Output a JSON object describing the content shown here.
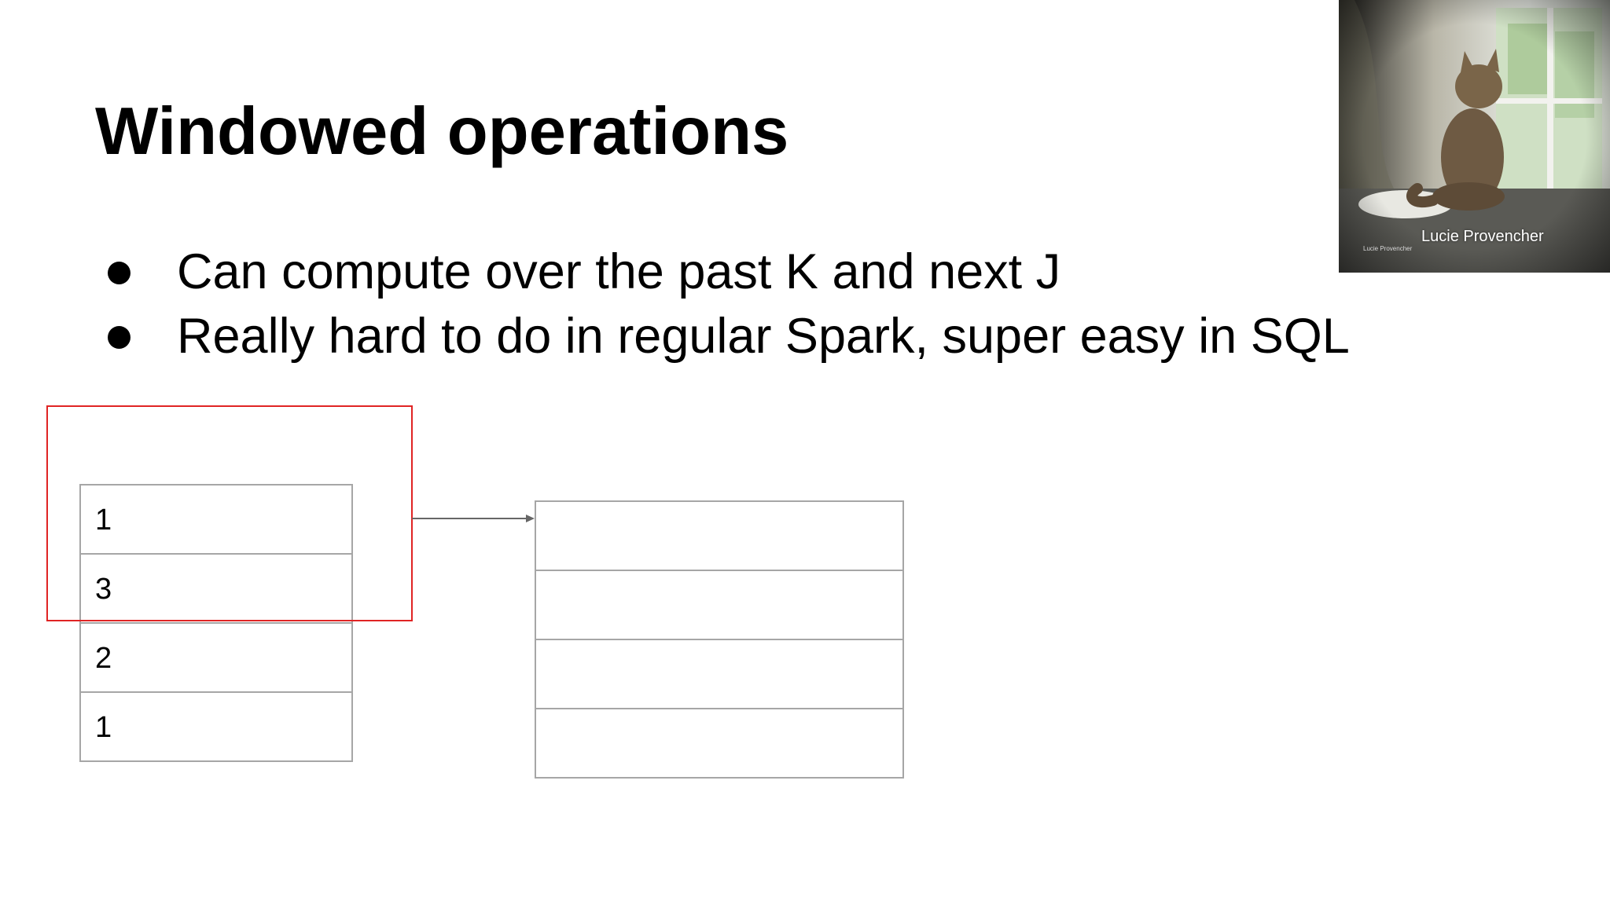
{
  "slide": {
    "title": "Windowed operations",
    "bullets": [
      "Can compute over the past K and next J",
      "Really hard to do in regular Spark, super easy in SQL"
    ]
  },
  "diagram": {
    "input_values": [
      "1",
      "3",
      "2",
      "1"
    ],
    "output_values": [
      "",
      "",
      "",
      ""
    ],
    "window_color": "#e02424",
    "table_border_color": "#a6a6a6"
  },
  "webcam": {
    "name": "Lucie Provencher",
    "watermark": "Lucie Provencher",
    "subject_icon": "cat-icon"
  }
}
